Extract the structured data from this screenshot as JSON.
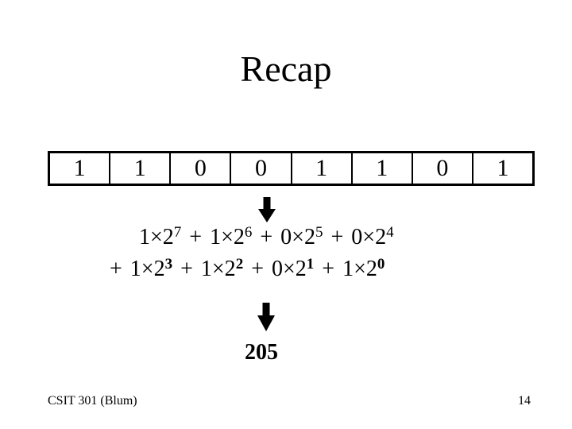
{
  "slide": {
    "title": "Recap",
    "footer_left": "CSIT 301 (Blum)",
    "page_number": "14",
    "result": "205"
  },
  "binary_table": {
    "cells": [
      "1",
      "1",
      "0",
      "0",
      "1",
      "1",
      "0",
      "1"
    ]
  },
  "formula": {
    "line1": [
      {
        "base": "1×2",
        "exp": "7"
      },
      {
        "base": " + 1×2",
        "exp": "6"
      },
      {
        "base": " + 0×2",
        "exp": "5"
      },
      {
        "base": " + 0×2",
        "exp": "4"
      }
    ],
    "line2": [
      {
        "base": "+ 1×2",
        "exp": "3"
      },
      {
        "base": " + 1×2",
        "exp": "2"
      },
      {
        "base": " + 0×2",
        "exp": "1"
      },
      {
        "base": " + 1×2",
        "exp": "0"
      }
    ]
  },
  "colors": {
    "background": "#ffffff",
    "text": "#000000"
  }
}
